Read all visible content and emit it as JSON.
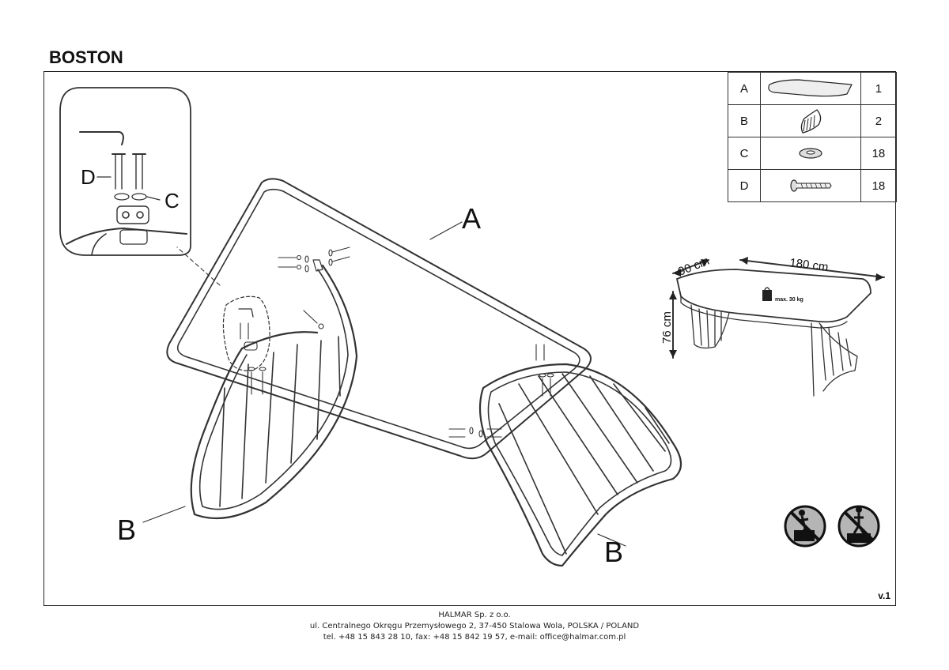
{
  "header": {
    "title": "BOSTON"
  },
  "callouts": {
    "a": "A",
    "b_left": "B",
    "b_right": "B",
    "c": "C",
    "d": "D"
  },
  "parts_list": [
    {
      "letter": "A",
      "icon": "table-top-icon",
      "qty": "1"
    },
    {
      "letter": "B",
      "icon": "leg-frame-icon",
      "qty": "2"
    },
    {
      "letter": "C",
      "icon": "washer-icon",
      "qty": "18"
    },
    {
      "letter": "D",
      "icon": "bolt-icon",
      "qty": "18"
    }
  ],
  "dimensions": {
    "width": "90 cm",
    "length": "180 cm",
    "height": "76 cm",
    "max_load": "max. 30 kg"
  },
  "warnings": [
    "no-standing-on-table-icon",
    "no-climbing-icon"
  ],
  "version": "v.1",
  "footer": {
    "company": "HALMAR Sp. z o.o.",
    "address": "ul. Centralnego Okręgu Przemysłowego 2, 37-450 Stalowa Wola, POLSKA / POLAND",
    "contact": "tel. +48 15 843 28 10, fax: +48 15 842 19 57, e-mail: office@halmar.com.pl"
  }
}
